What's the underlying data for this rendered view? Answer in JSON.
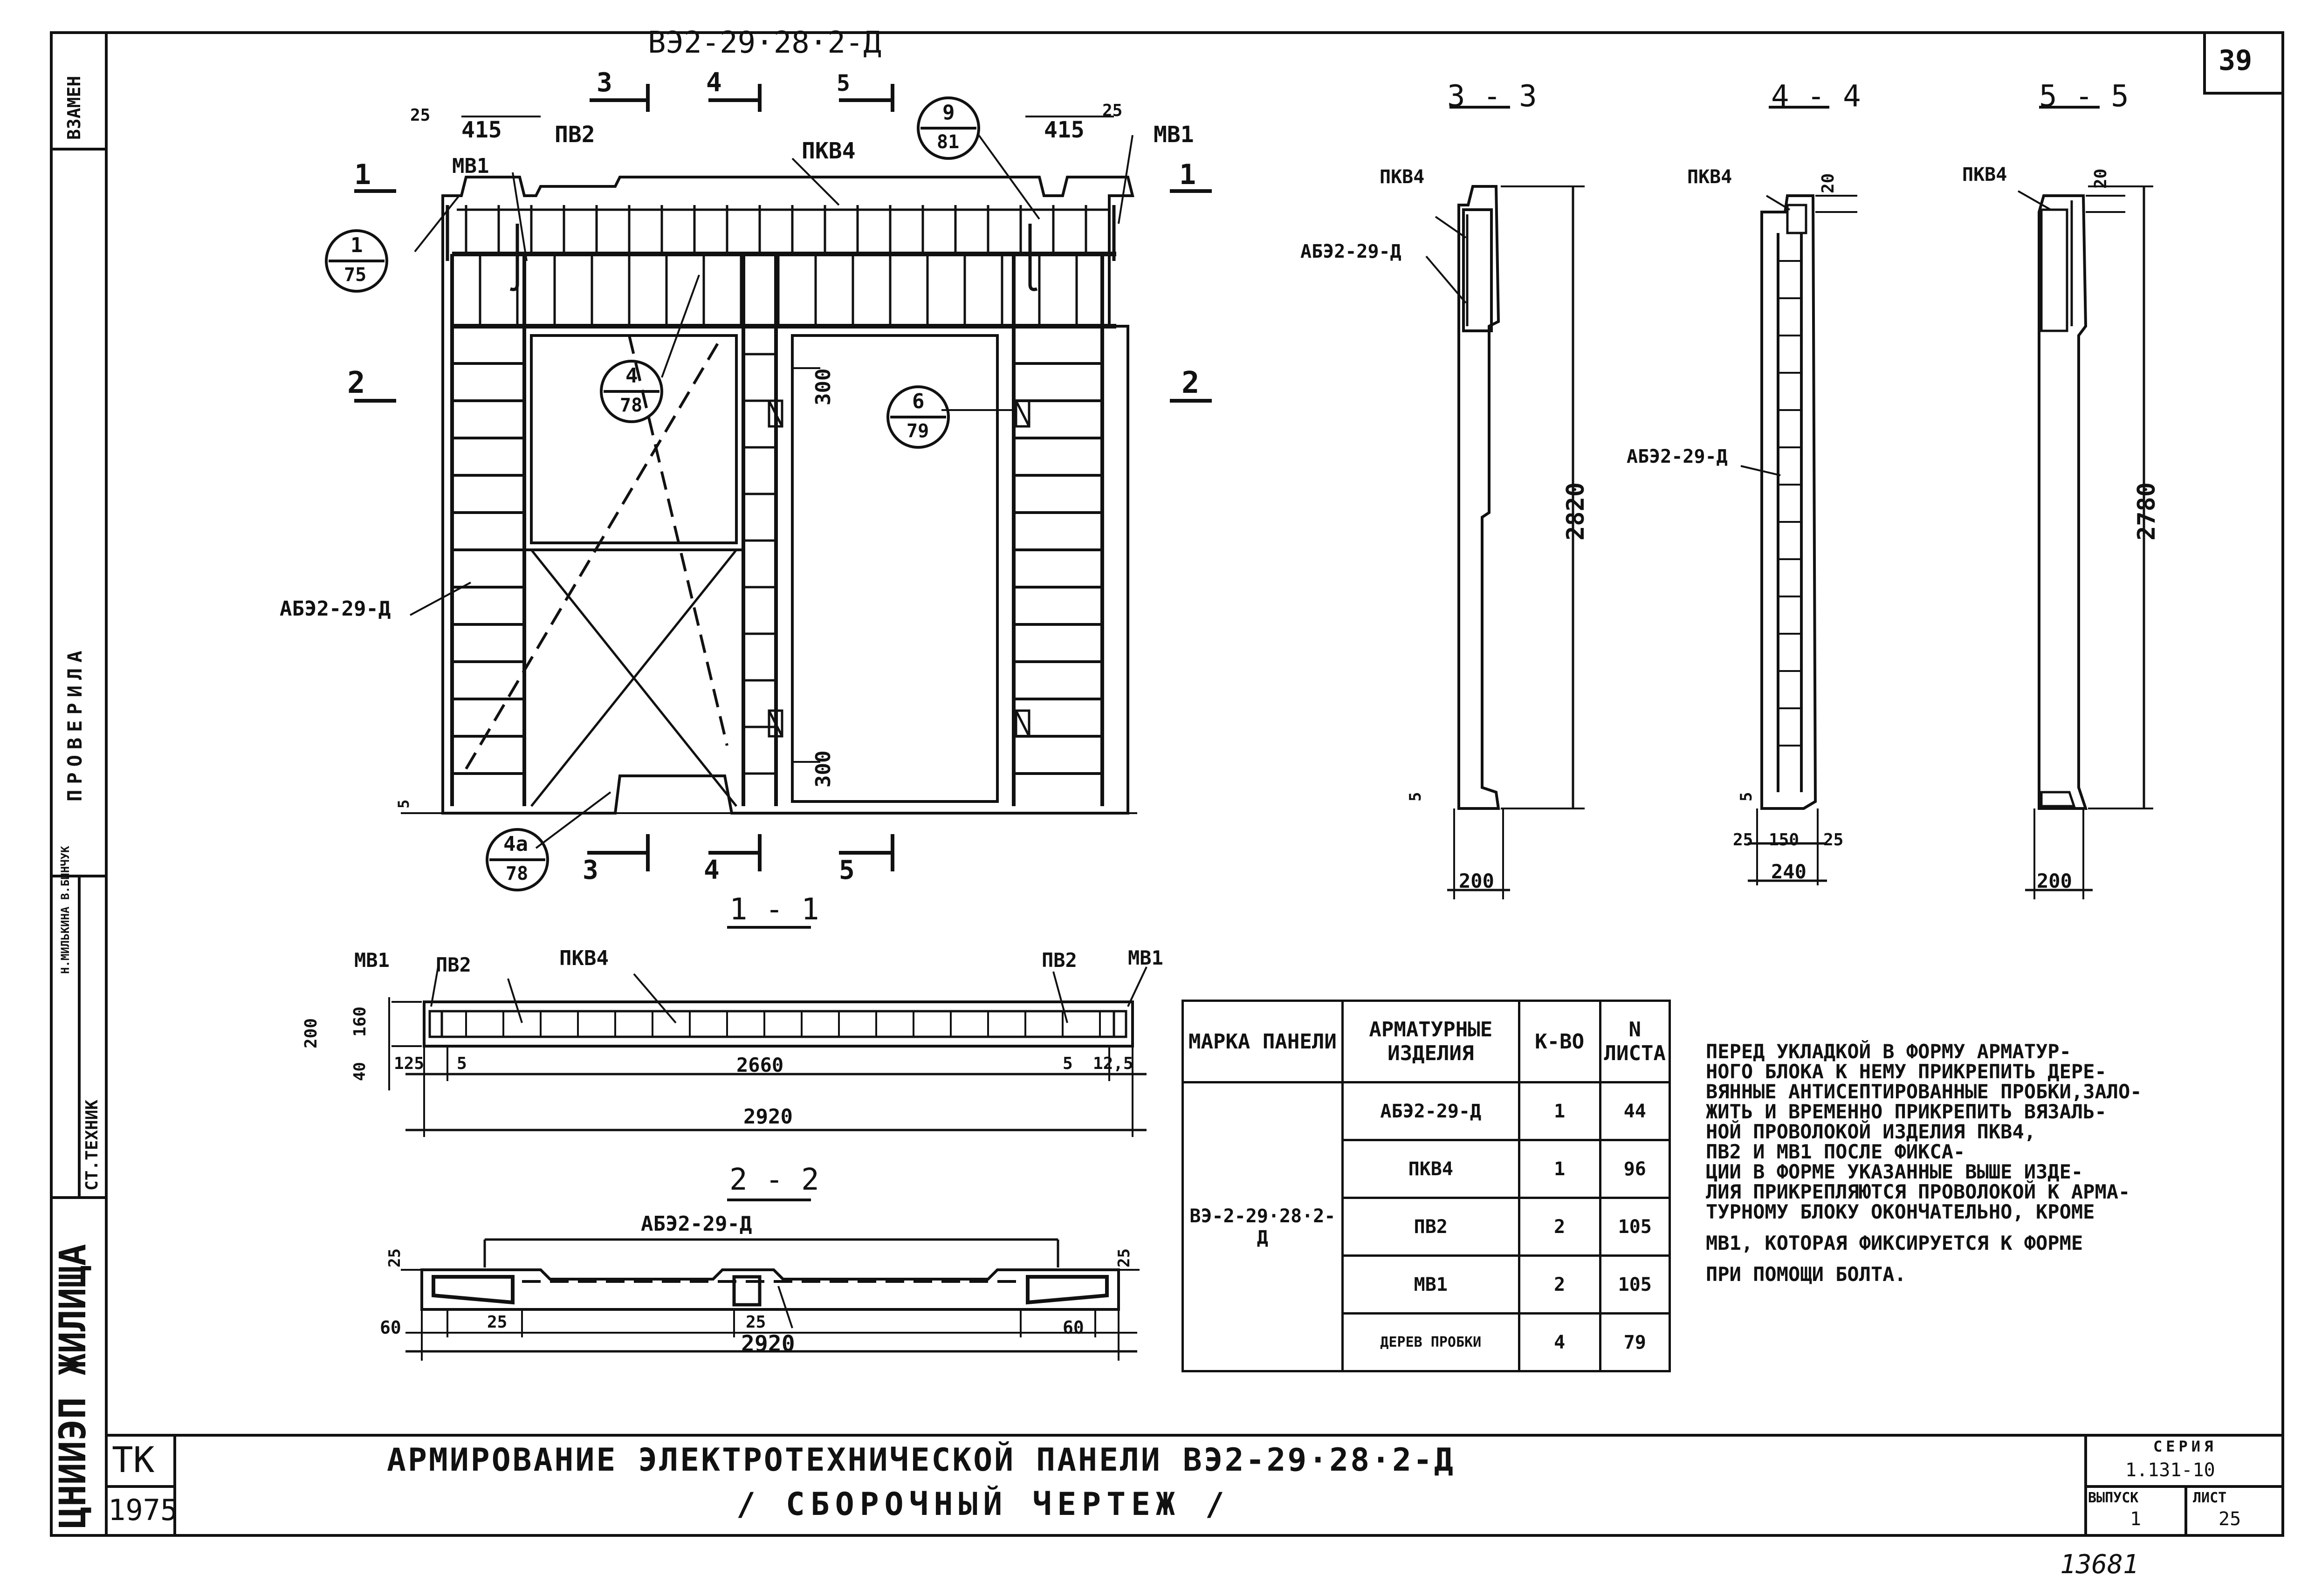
{
  "sheet_number": "39",
  "panel_mark": "ВЭ2-29·28·2-Д",
  "left_strip": {
    "vzamen": "ВЗАМЕН",
    "proverila": "ПРОВЕРИЛА",
    "names": "Н.МИЛЬКИНА В.БИНЧУК",
    "st_tehnik": "СТ.ТЕХНИК",
    "org": "ЦНИИЭП ЖИЛИЩА"
  },
  "elevation": {
    "section_marks": [
      "3",
      "4",
      "5",
      "1",
      "1",
      "2",
      "2",
      "3",
      "4",
      "5"
    ],
    "dims": {
      "d25_left": "25",
      "d415_left": "415",
      "d415_right": "415",
      "d25_right": "25",
      "d300_top": "300",
      "d300_bottom": "300",
      "d5": "5"
    },
    "labels": {
      "mv1_left": "МВ1",
      "pv2": "ПВ2",
      "pkv4": "ПКВ4",
      "mv1_right": "МВ1",
      "abe": "АБЭ2-29-Д"
    },
    "callouts": [
      {
        "num": "1",
        "den": "75"
      },
      {
        "num": "9",
        "den": "81"
      },
      {
        "num": "4",
        "den": "78"
      },
      {
        "num": "6",
        "den": "79"
      },
      {
        "num": "4а",
        "den": "78"
      }
    ]
  },
  "section_1_1": {
    "title": "1 - 1",
    "labels": {
      "mv1_l": "МВ1",
      "pv2_l": "ПВ2",
      "pkv4": "ПКВ4",
      "pv2_r": "ПВ2",
      "mv1_r": "МВ1"
    },
    "dims": {
      "d200": "200",
      "d160": "160",
      "d40": "40",
      "d125": "125",
      "d5l": "5",
      "d2660": "2660",
      "d5r": "5",
      "d125r": "12,5",
      "d2920": "2920"
    }
  },
  "section_2_2": {
    "title": "2 - 2",
    "labels": {
      "abe": "АБЭ2-29-Д"
    },
    "dims": {
      "d25l": "25",
      "d25r": "25",
      "d60l": "60",
      "d25a": "25",
      "d25b": "25",
      "d60r": "60",
      "d2920": "2920"
    }
  },
  "section_3_3": {
    "title": "3 - 3",
    "labels": {
      "pkv4": "ПКВ4",
      "abe": "АБЭ2-29-Д"
    },
    "dims": {
      "height": "2820",
      "d5": "5",
      "width": "200"
    }
  },
  "section_4_4": {
    "title": "4 - 4",
    "labels": {
      "pkv4": "ПКВ4",
      "abe": "АБЭ2-29-Д"
    },
    "dims": {
      "d20": "20",
      "d5": "5",
      "d25l": "25",
      "d150": "150",
      "d25r": "25",
      "width": "240"
    }
  },
  "section_5_5": {
    "title": "5 - 5",
    "labels": {
      "pkv4": "ПКВ4"
    },
    "dims": {
      "d20": "20",
      "height": "2780",
      "width": "200"
    }
  },
  "spec_table": {
    "headers": [
      "МАРКА ПАНЕЛИ",
      "АРМАТУРНЫЕ ИЗДЕЛИЯ",
      "К-ВО",
      "N ЛИСТА"
    ],
    "panel": "ВЭ-2-29·28·2-Д",
    "rows": [
      {
        "item": "АБЭ2-29-Д",
        "qty": "1",
        "sheet": "44"
      },
      {
        "item": "ПКВ4",
        "qty": "1",
        "sheet": "96"
      },
      {
        "item": "ПВ2",
        "qty": "2",
        "sheet": "105"
      },
      {
        "item": "МВ1",
        "qty": "2",
        "sheet": "105"
      },
      {
        "item": "ДЕРЕВ ПРОБКИ",
        "qty": "4",
        "sheet": "79"
      }
    ]
  },
  "note_lines": [
    "ПЕРЕД УКЛАДКОЙ В ФОРМУ АРМАТУР-",
    "НОГО БЛОКА К НЕМУ ПРИКРЕПИТЬ ДЕРЕ-",
    "ВЯННЫЕ АНТИСЕПТИРОВАННЫЕ ПРОБКИ,ЗАЛО-",
    "ЖИТЬ И ВРЕМЕННО ПРИКРЕПИТЬ ВЯЗАЛЬ-",
    "НОЙ ПРОВОЛОКОЙ ИЗДЕЛИЯ ПКВ4,",
    "ПВ2   И  МВ1          ПОСЛЕ ФИКСА-",
    "ЦИИ В ФОРМЕ УКАЗАННЫЕ ВЫШЕ ИЗДЕ-",
    "ЛИЯ ПРИКРЕПЛЯЮТСЯ ПРОВОЛОКОЙ К АРМА-",
    "ТУРНОМУ БЛОКУ ОКОНЧАТЕЛЬНО, КРОМЕ",
    "МВ1, КОТОРАЯ ФИКСИРУЕТСЯ К ФОРМЕ",
    "ПРИ ПОМОЩИ БОЛТА."
  ],
  "title_block": {
    "tk": "ТК",
    "year": "1975",
    "title_line1": "АРМИРОВАНИЕ ЭЛЕКТРОТЕХНИЧЕСКОЙ ПАНЕЛИ ВЭ2-29·28·2-Д",
    "title_line2": "/ СБОРОЧНЫЙ ЧЕРТЕЖ /",
    "seria_label": "СЕРИЯ",
    "seria": "1.131-10",
    "vypusk_label": "ВЫПУСК",
    "vypusk": "1",
    "list_label": "ЛИСТ",
    "list": "25",
    "inv": "13681"
  }
}
